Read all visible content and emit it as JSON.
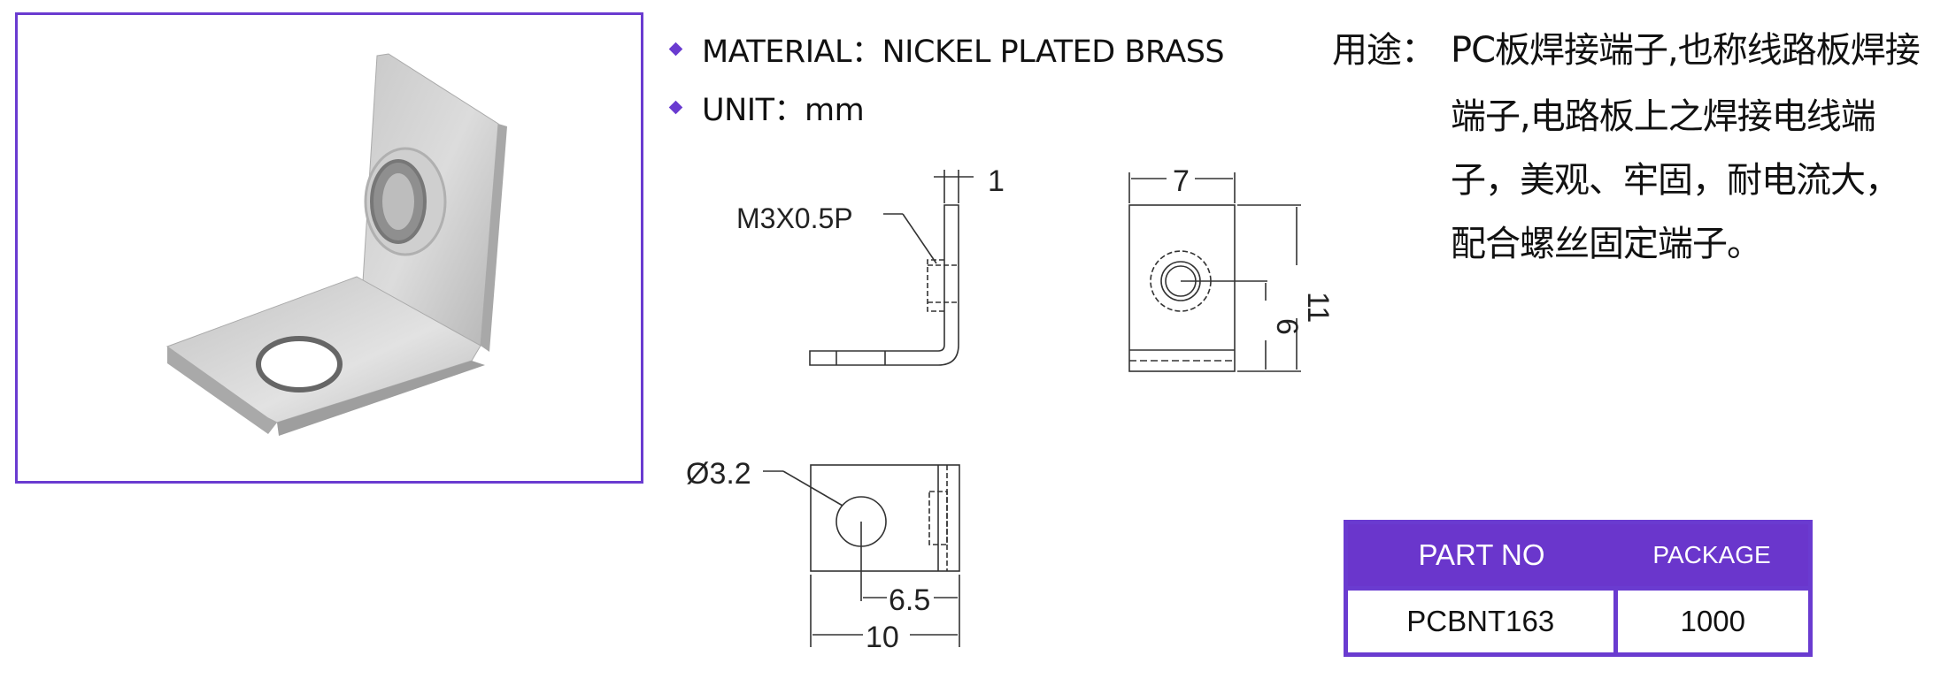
{
  "specs": {
    "material": "MATERIAL：NICKEL PLATED BRASS",
    "unit": "UNIT：mm"
  },
  "usage": {
    "label": "用途：",
    "lines": [
      "PC板焊接端子,也称线路板焊接",
      "端子,电路板上之焊接电线端",
      "子，美观、牢固，耐电流大，",
      "配合螺丝固定端子。"
    ]
  },
  "drawing": {
    "thread": "M3X0.5P",
    "thickness": "1",
    "width": "7",
    "height": "11",
    "hole_height": "6",
    "hole_dia": "Ø3.2",
    "hole_offset": "6.5",
    "length": "10"
  },
  "table": {
    "headers": [
      "PART NO",
      "PACKAGE"
    ],
    "rows": [
      [
        "PCBNT163",
        "1000"
      ]
    ]
  },
  "colors": {
    "accent": "#6a3bd0"
  }
}
